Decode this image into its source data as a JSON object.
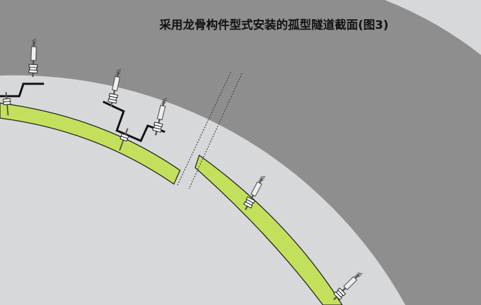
{
  "title": "采用龙骨构件型式安装的孤型隧道截面(图3)",
  "colors": {
    "background": "#d6d8d9",
    "lining": "#8e8e8e",
    "panel": "#c3e05c",
    "bracket": "#111111",
    "bolt": "#666666"
  },
  "parts": [
    "tunnel-lining",
    "decorative-panel",
    "keel-bracket",
    "anchor-bolt",
    "break-line"
  ]
}
